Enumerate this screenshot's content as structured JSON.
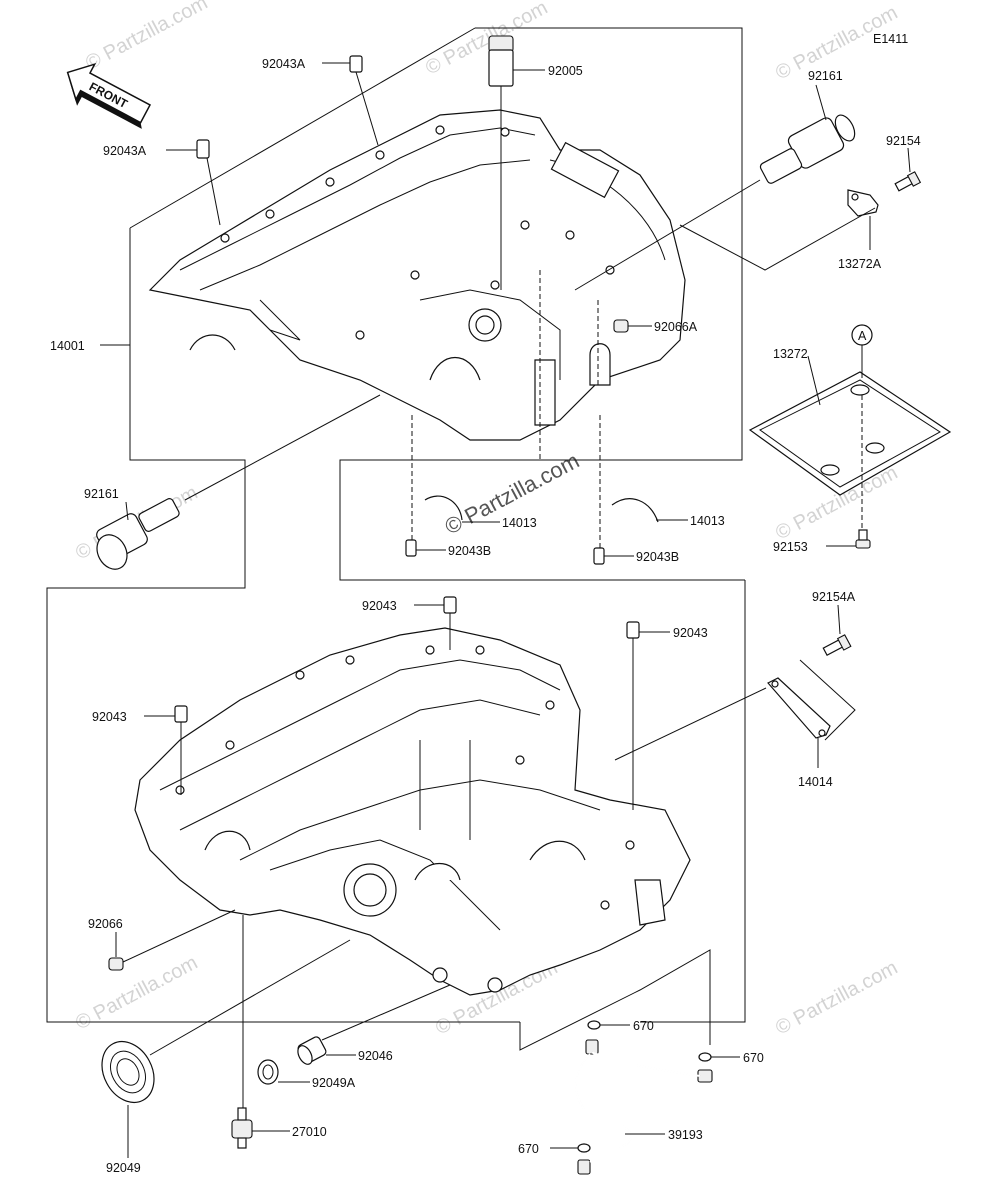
{
  "diagram_code": "E1411",
  "front_label": "FRONT",
  "watermark": "© Partzilla.com",
  "callout_letter": "A",
  "labels": {
    "p92043A_top": "92043A",
    "p92005": "92005",
    "p92161_top": "92161",
    "p92154": "92154",
    "p92043A_left": "92043A",
    "p13272A": "13272A",
    "p14001": "14001",
    "p13272": "13272",
    "p92066A": "92066A",
    "p92161_left": "92161",
    "p14013_left": "14013",
    "p14013_right": "14013",
    "p92043B_left": "92043B",
    "p92043B_right": "92043B",
    "p92153": "92153",
    "p92043_top": "92043",
    "p92043_right": "92043",
    "p92154A": "92154A",
    "p92043_left": "92043",
    "p14014": "14014",
    "p92066": "92066",
    "p670_top": "670",
    "p670_right": "670",
    "p92046": "92046",
    "p92049A": "92049A",
    "p39193": "39193",
    "p27010": "27010",
    "p92049": "92049",
    "p670_bottom": "670"
  }
}
